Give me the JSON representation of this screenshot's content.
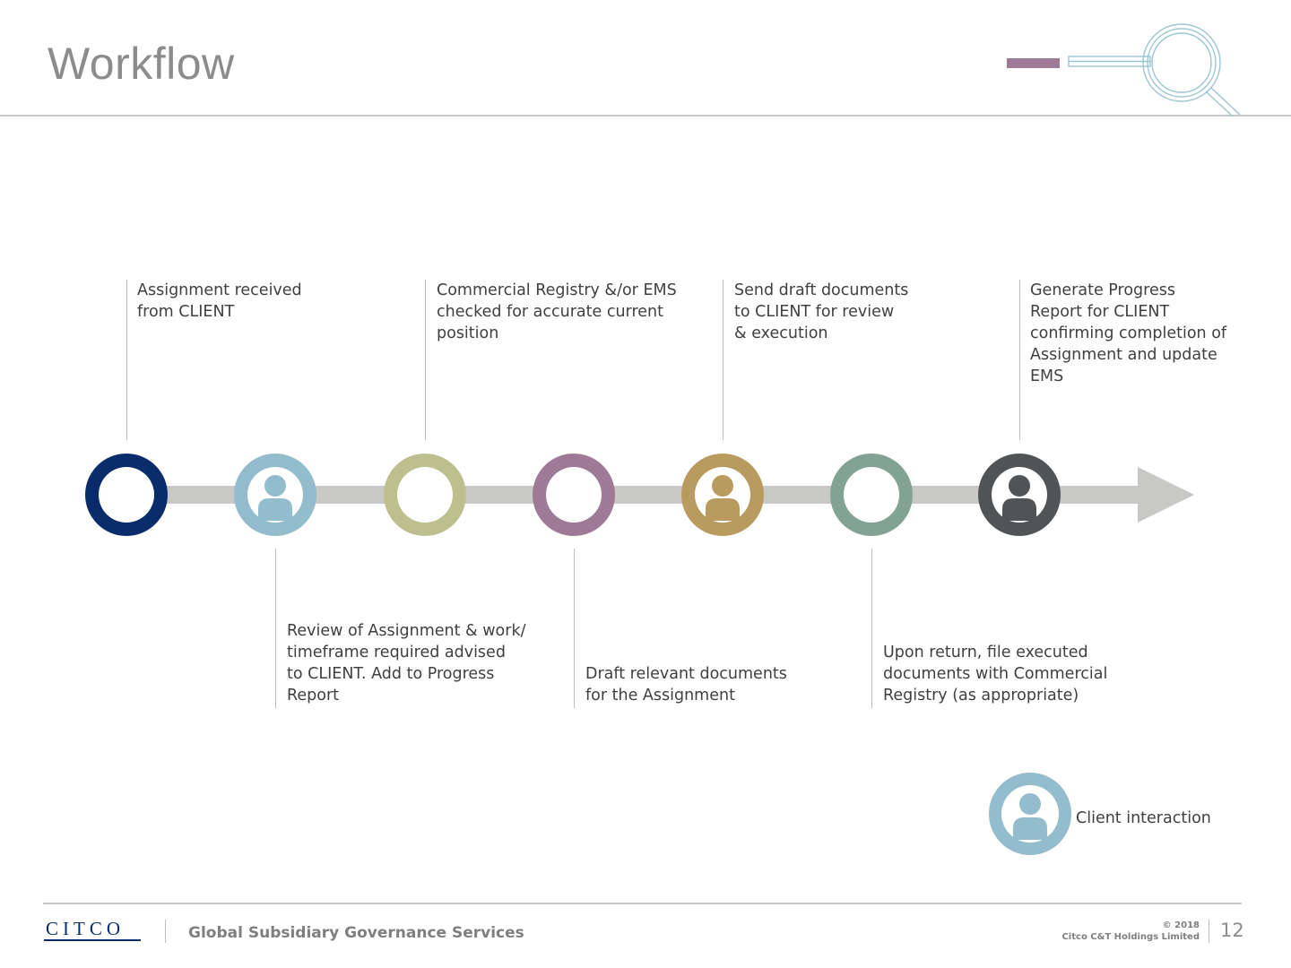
{
  "title": "Workflow",
  "colors": {
    "accent_bar": "#9e7a97",
    "magnifier": "#9cc5d2",
    "header_rule": "#c8c8c8",
    "timeline_arrow": "#c8c8c7",
    "connectors": "#bfbfbf",
    "logo_blue": "#0b2c6b"
  },
  "steps": [
    {
      "lines": [
        "Assignment received",
        "from CLIENT"
      ],
      "node_color": "#0b2c6b",
      "client_interaction": false,
      "position": "above"
    },
    {
      "lines": [
        "Review of Assignment & work/",
        "timeframe required advised",
        "to CLIENT. Add to Progress",
        "Report"
      ],
      "node_color": "#93bccd",
      "client_interaction": true,
      "position": "below"
    },
    {
      "lines": [
        "Commercial Registry &/or EMS",
        "checked for accurate current",
        "position"
      ],
      "node_color": "#bdbf8e",
      "client_interaction": false,
      "position": "above"
    },
    {
      "lines": [
        "Draft relevant documents",
        "for the Assignment"
      ],
      "node_color": "#9e7a97",
      "client_interaction": false,
      "position": "below"
    },
    {
      "lines": [
        "Send draft documents",
        "to CLIENT for review",
        "& execution"
      ],
      "node_color": "#b99a5f",
      "client_interaction": true,
      "position": "above"
    },
    {
      "lines": [
        "Upon return, file executed",
        "documents with Commercial",
        "Registry (as appropriate)"
      ],
      "node_color": "#82a293",
      "client_interaction": false,
      "position": "below"
    },
    {
      "lines": [
        "Generate Progress",
        "Report for CLIENT",
        "confirming completion of",
        "Assignment and update",
        "EMS"
      ],
      "node_color": "#515456",
      "client_interaction": true,
      "position": "above"
    }
  ],
  "legend": {
    "label": "Client interaction",
    "icon": "person-icon",
    "color": "#93bccd"
  },
  "footer": {
    "logo": "CITCO",
    "title": "Global Subsidiary Governance Services",
    "copyright_line1": "© 2018",
    "copyright_line2": "Citco C&T Holdings Limited",
    "page_number": "12"
  }
}
